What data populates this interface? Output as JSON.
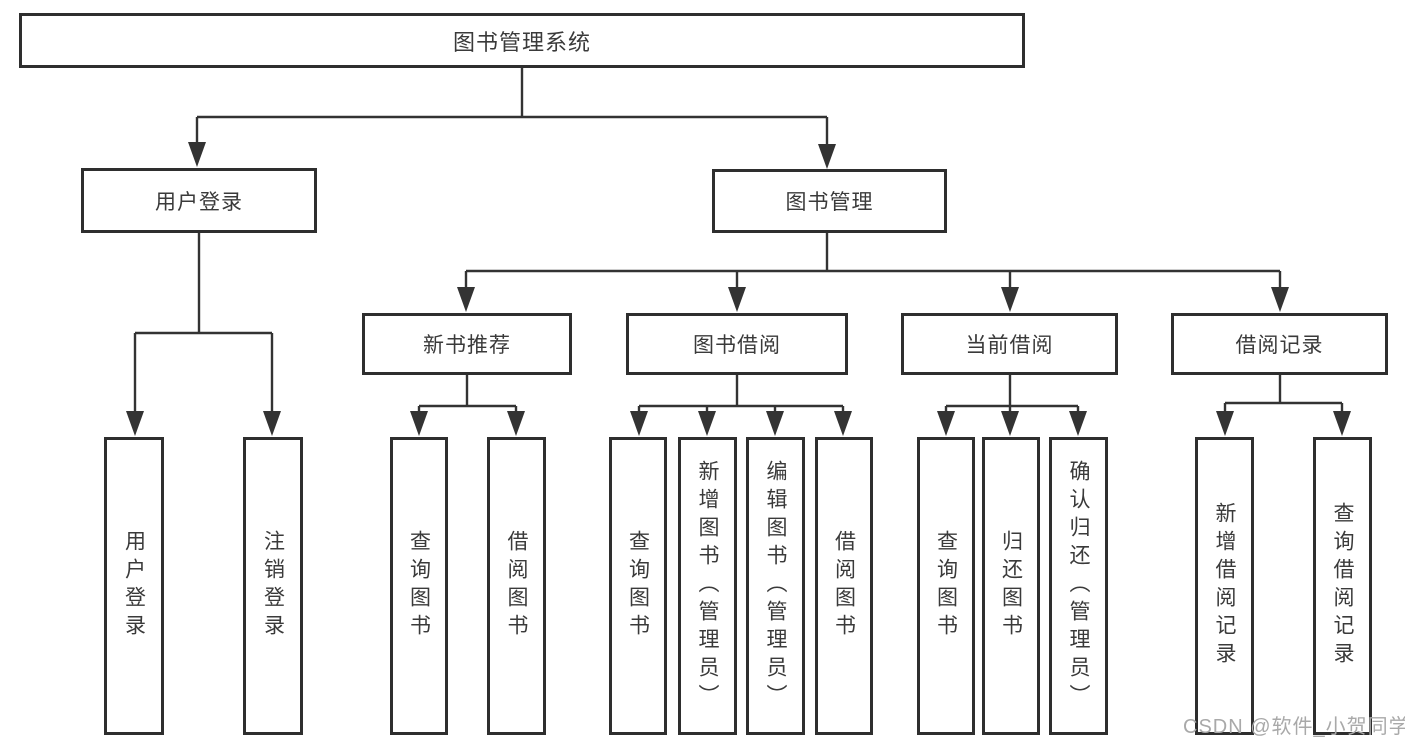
{
  "diagram": {
    "root": {
      "label": "图书管理系统"
    },
    "branches": [
      {
        "label": "用户登录",
        "children": [
          {
            "label": "用户登录"
          },
          {
            "label": "注销登录"
          }
        ]
      },
      {
        "label": "图书管理",
        "children": [
          {
            "label": "新书推荐",
            "children": [
              {
                "label": "查询图书"
              },
              {
                "label": "借阅图书"
              }
            ]
          },
          {
            "label": "图书借阅",
            "children": [
              {
                "label": "查询图书"
              },
              {
                "label": "新增图书（管理员）"
              },
              {
                "label": "编辑图书（管理员）"
              },
              {
                "label": "借阅图书"
              }
            ]
          },
          {
            "label": "当前借阅",
            "children": [
              {
                "label": "查询图书"
              },
              {
                "label": "归还图书"
              },
              {
                "label": "确认归还（管理员）"
              }
            ]
          },
          {
            "label": "借阅记录",
            "children": [
              {
                "label": "新增借阅记录"
              },
              {
                "label": "查询借阅记录"
              }
            ]
          }
        ]
      }
    ]
  },
  "colors": {
    "line": "#333333",
    "box_border": "#2e2e2e",
    "text": "#3a3a3a",
    "watermark": "#a9a9a9"
  },
  "watermark": {
    "text": "CSDN @软件_小贺同学"
  }
}
